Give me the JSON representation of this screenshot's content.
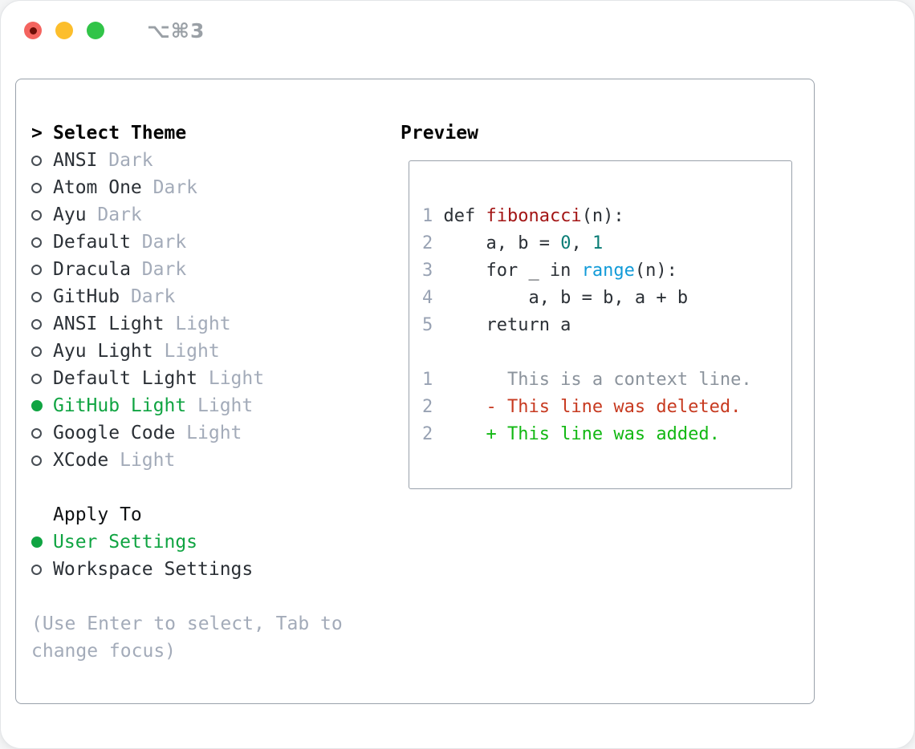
{
  "window": {
    "title": "⌥⌘3",
    "traffic_lights": [
      {
        "name": "close-button",
        "color_key": "traffic_red",
        "has_dot": true
      },
      {
        "name": "minimize-button",
        "color_key": "traffic_yellow",
        "has_dot": false
      },
      {
        "name": "zoom-button",
        "color_key": "traffic_green",
        "has_dot": false
      }
    ]
  },
  "colors": {
    "accent": "#10a442",
    "added": "#12b813",
    "deleted": "#c73a20",
    "func": "#a31515",
    "numlit": "#0a7d76",
    "builtin": "#129bd8",
    "muted": "#a3abb9",
    "ctx": "#8b939c",
    "text": "#2b3036",
    "border": "#99a1ab",
    "linenum": "#98a2b3",
    "traffic-red": "#f4645f",
    "traffic-yellow": "#fcbe2c",
    "traffic-green": "#31c448",
    "traffic-dot": "#6e0e07"
  },
  "theme_menu": {
    "header": {
      "cursor": ">",
      "label": "Select Theme"
    },
    "themes": [
      {
        "name": "ANSI",
        "tag": "Dark",
        "selected": false
      },
      {
        "name": "Atom One",
        "tag": "Dark",
        "selected": false
      },
      {
        "name": "Ayu",
        "tag": "Dark",
        "selected": false
      },
      {
        "name": "Default",
        "tag": "Dark",
        "selected": false
      },
      {
        "name": "Dracula",
        "tag": "Dark",
        "selected": false
      },
      {
        "name": "GitHub",
        "tag": "Dark",
        "selected": false
      },
      {
        "name": "ANSI Light",
        "tag": "Light",
        "selected": false
      },
      {
        "name": "Ayu Light",
        "tag": "Light",
        "selected": false
      },
      {
        "name": "Default Light",
        "tag": "Light",
        "selected": false
      },
      {
        "name": "GitHub Light",
        "tag": "Light",
        "selected": true
      },
      {
        "name": "Google Code",
        "tag": "Light",
        "selected": false
      },
      {
        "name": "XCode",
        "tag": "Light",
        "selected": false
      }
    ],
    "apply_to": {
      "label": "Apply To",
      "options": [
        {
          "name": "User Settings",
          "selected": true
        },
        {
          "name": "Workspace Settings",
          "selected": false
        }
      ]
    },
    "hint": "(Use Enter to select, Tab to change focus)"
  },
  "preview": {
    "title": "Preview",
    "code_lines": [
      {
        "num": "1",
        "tokens": [
          {
            "t": "def ",
            "c": "text"
          },
          {
            "t": "fibonacci",
            "c": "func"
          },
          {
            "t": "(n):",
            "c": "text"
          }
        ]
      },
      {
        "num": "2",
        "tokens": [
          {
            "t": "    a, b = ",
            "c": "text"
          },
          {
            "t": "0",
            "c": "num"
          },
          {
            "t": ", ",
            "c": "text"
          },
          {
            "t": "1",
            "c": "num"
          }
        ]
      },
      {
        "num": "3",
        "tokens": [
          {
            "t": "    for _ in ",
            "c": "text"
          },
          {
            "t": "range",
            "c": "builtin"
          },
          {
            "t": "(n):",
            "c": "text"
          }
        ]
      },
      {
        "num": "4",
        "tokens": [
          {
            "t": "        a, b = b, a + b",
            "c": "text"
          }
        ]
      },
      {
        "num": "5",
        "tokens": [
          {
            "t": "    return a",
            "c": "text"
          }
        ]
      }
    ],
    "diff_lines": [
      {
        "num": "1",
        "tokens": [
          {
            "t": "      This is a context line.",
            "c": "context"
          }
        ]
      },
      {
        "num": "2",
        "tokens": [
          {
            "t": "    - This line was deleted.",
            "c": "deleted"
          }
        ]
      },
      {
        "num": "2",
        "tokens": [
          {
            "t": "    + This line was added.",
            "c": "added"
          }
        ]
      }
    ]
  }
}
